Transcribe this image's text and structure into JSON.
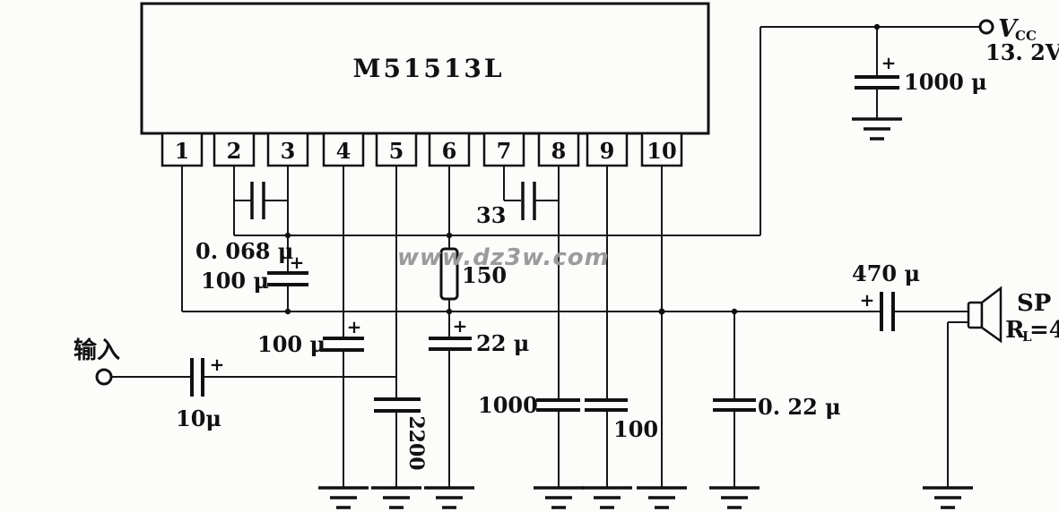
{
  "ic": {
    "part_number": "M51513L",
    "pins": [
      "1",
      "2",
      "3",
      "4",
      "5",
      "6",
      "7",
      "8",
      "9",
      "10"
    ]
  },
  "power_rail": {
    "vcc_symbol": "V",
    "vcc_subscript": "CC",
    "voltage": "13. 2V",
    "filter_capacitor": "1000 μ"
  },
  "input_section": {
    "label": "输入",
    "coupling_capacitor": "10μ"
  },
  "output_section": {
    "coupling_capacitor": "470 μ",
    "speaker_name": "SP",
    "load_symbol": "R",
    "load_subscript": "L",
    "load_value": "=4",
    "snubber_capacitor": "0. 22 μ"
  },
  "components": {
    "cap_pin2_pin3": "0. 068 μ",
    "cap_pin3": "100 μ",
    "cap_pin4": "100 μ",
    "cap_pin5": "2200",
    "res_pin6": "150",
    "cap_pin6": "22 μ",
    "cap_pin7_pin8": "33",
    "cap_pin8": "1000",
    "cap_pin9": "100"
  },
  "plus_sign": "+",
  "watermark": "www.dz3w.com"
}
